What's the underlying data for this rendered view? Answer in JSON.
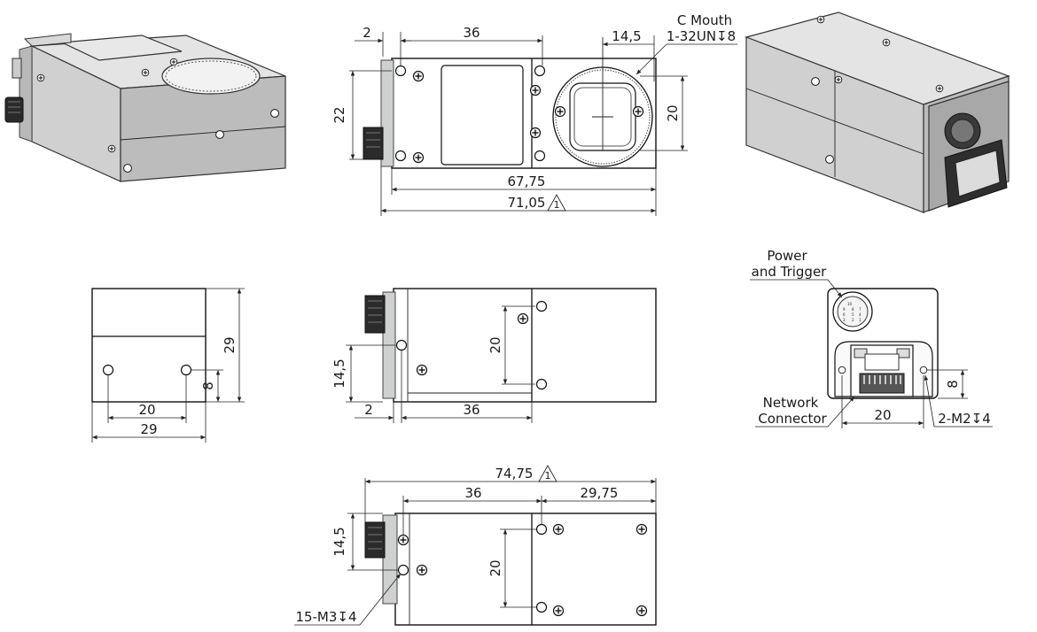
{
  "front_view": {
    "lens_mount": {
      "name": "C Mouth",
      "thread": "1-32UN↧8"
    },
    "dims": {
      "flange": "2",
      "body_offset": "36",
      "lens_offset": "14,5",
      "height_22": "22",
      "height_20": "20",
      "length_body": "67,75",
      "length_total": "71,05",
      "revision_mark": "1"
    }
  },
  "end_view": {
    "dims": {
      "height": "29",
      "hole_height": "8",
      "hole_spacing": "20",
      "width": "29"
    }
  },
  "side_view": {
    "dims": {
      "hole_spacing": "20",
      "offset_145": "14,5",
      "flange": "2",
      "body_offset": "36"
    }
  },
  "bottom_view": {
    "dims": {
      "length_total": "74,75",
      "revision_mark": "1",
      "body_offset": "36",
      "rear_offset": "29,75",
      "offset_145": "14,5",
      "hole_spacing": "20"
    },
    "holes_label": "15-M3↧4"
  },
  "rear_view": {
    "power_label_1": "Power",
    "power_label_2": "and Trigger",
    "network_label_1": "Network",
    "network_label_2": "Connector",
    "dims": {
      "hole_spacing": "20",
      "hole_height": "8"
    },
    "holes_label": "2-M2↧4",
    "pin_labels": [
      "10",
      "9",
      "8",
      "7",
      "6",
      "5",
      "4",
      "3",
      "2",
      "1"
    ]
  },
  "colors": {
    "line": "#111111",
    "housing_light": "#e4e4e4",
    "housing_dark": "#2b2b2b"
  }
}
